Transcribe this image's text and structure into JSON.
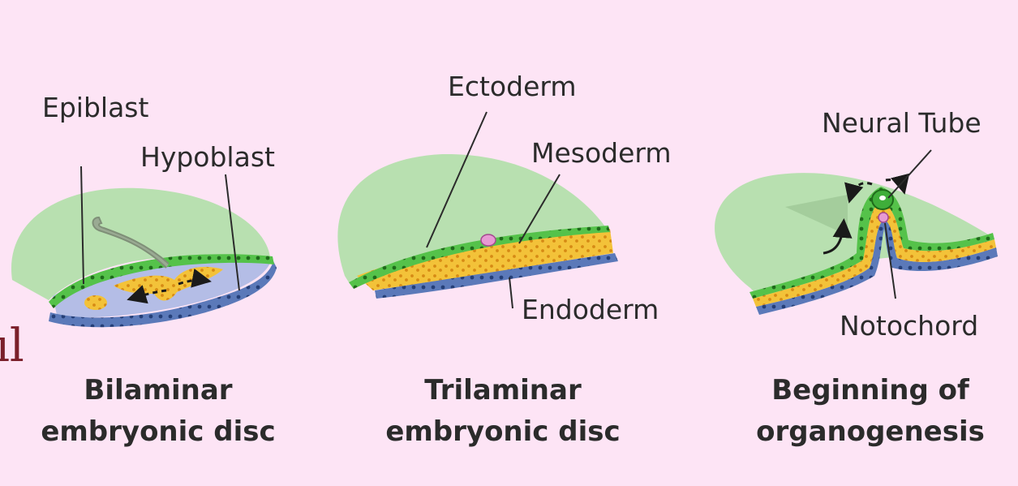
{
  "edge_fragment": "ıl",
  "panels": [
    {
      "caption_line1": "Bilaminar",
      "caption_line2": "embryonic disc",
      "labels": {
        "epiblast": "Epiblast",
        "hypoblast": "Hypoblast"
      }
    },
    {
      "caption_line1": "Trilaminar",
      "caption_line2": "embryonic disc",
      "labels": {
        "ectoderm": "Ectoderm",
        "mesoderm": "Mesoderm",
        "endoderm": "Endoderm"
      }
    },
    {
      "caption_line1": "Beginning of",
      "caption_line2": "organogenesis",
      "labels": {
        "neural_tube": "Neural Tube",
        "notochord": "Notochord"
      }
    }
  ],
  "colors": {
    "background": "#fde4f5",
    "amnion": "#b8e0b0",
    "ectoderm": "#55c24a",
    "mesoderm": "#f3c239",
    "endoderm": "#5b79b9",
    "yolk": "#b4bde6",
    "notochord": "#e79ad3"
  }
}
